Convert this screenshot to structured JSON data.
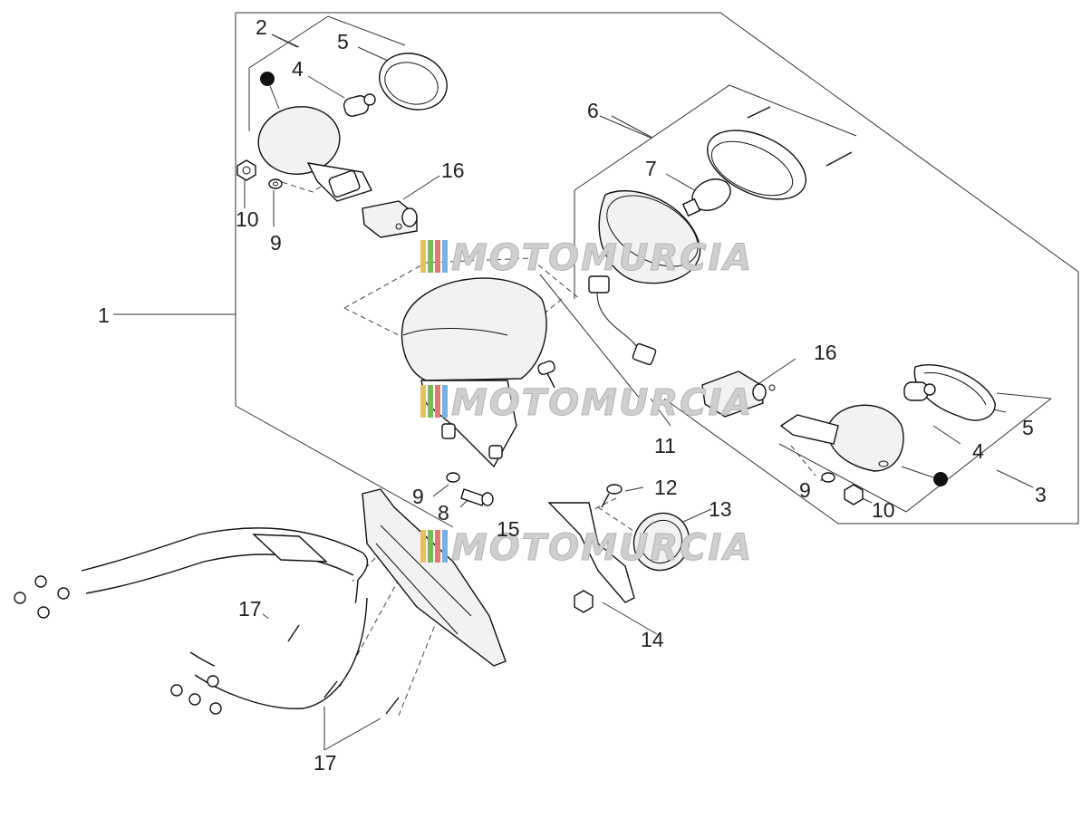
{
  "diagram": {
    "labels": [
      {
        "id": "c1",
        "text": "1"
      },
      {
        "id": "c2",
        "text": "2"
      },
      {
        "id": "c3",
        "text": "3"
      },
      {
        "id": "c4a",
        "text": "4"
      },
      {
        "id": "c4b",
        "text": "4"
      },
      {
        "id": "c5a",
        "text": "5"
      },
      {
        "id": "c5b",
        "text": "5"
      },
      {
        "id": "c6",
        "text": "6"
      },
      {
        "id": "c7",
        "text": "7"
      },
      {
        "id": "c8",
        "text": "8"
      },
      {
        "id": "c9a",
        "text": "9"
      },
      {
        "id": "c9b",
        "text": "9"
      },
      {
        "id": "c9c",
        "text": "9"
      },
      {
        "id": "c10a",
        "text": "10"
      },
      {
        "id": "c10b",
        "text": "10"
      },
      {
        "id": "c11",
        "text": "11"
      },
      {
        "id": "c12",
        "text": "12"
      },
      {
        "id": "c13",
        "text": "13"
      },
      {
        "id": "c14",
        "text": "14"
      },
      {
        "id": "c15",
        "text": "15"
      },
      {
        "id": "c16a",
        "text": "16"
      },
      {
        "id": "c16b",
        "text": "16"
      },
      {
        "id": "c17a",
        "text": "17"
      },
      {
        "id": "c17b",
        "text": "17"
      }
    ],
    "watermark": "MOTOMURCIA",
    "watermark_colors": [
      "#e8c060",
      "#7fb85a",
      "#e07a6a",
      "#7ab0e0"
    ]
  }
}
